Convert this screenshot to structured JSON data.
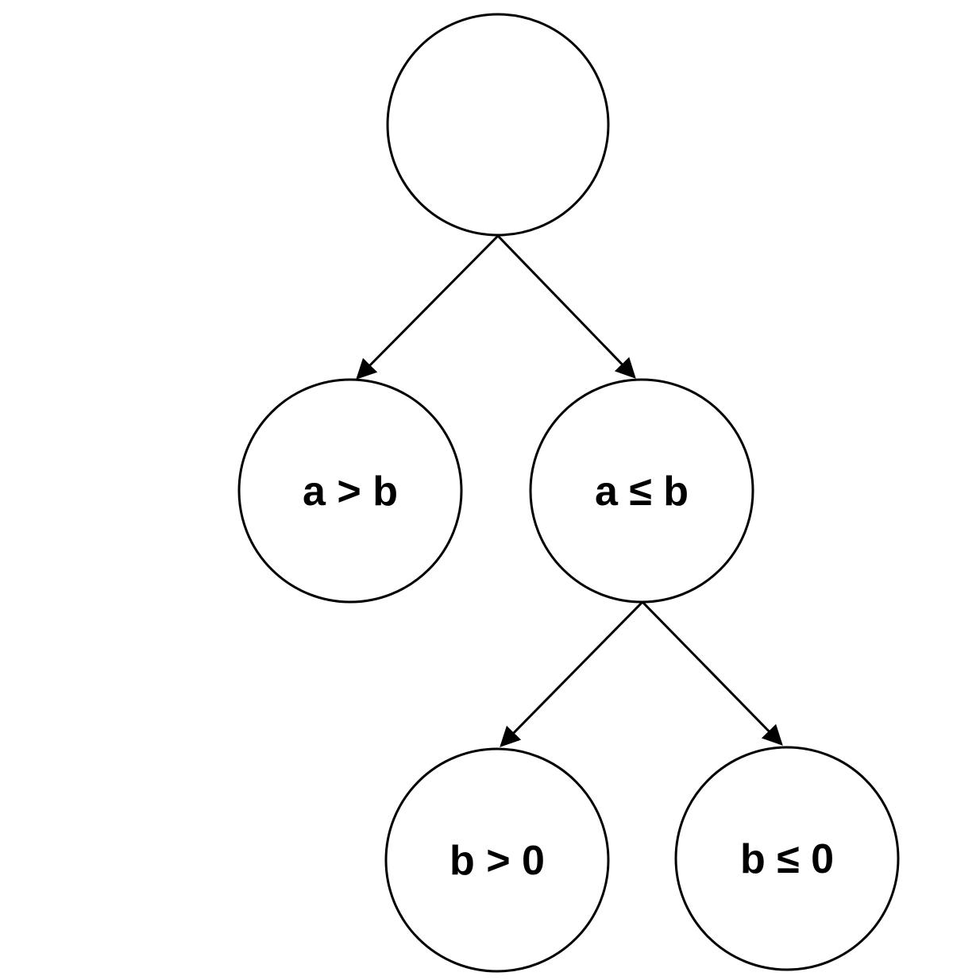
{
  "diagram": {
    "type": "binary-decision-tree",
    "title": "",
    "colors": {
      "background": "#ffffff",
      "node_fill": "#ffffff",
      "node_stroke": "#000000",
      "edge_stroke": "#000000",
      "label_color": "#000000"
    },
    "nodes": [
      {
        "id": "root",
        "label": "",
        "level": 0
      },
      {
        "id": "left-child",
        "label": "a > b",
        "level": 1
      },
      {
        "id": "right-child",
        "label": "a ≤ b",
        "level": 1
      },
      {
        "id": "grand-left",
        "label": "b > 0",
        "level": 2
      },
      {
        "id": "grand-right",
        "label": "b ≤ 0",
        "level": 2
      }
    ],
    "edges": [
      {
        "from": "root",
        "to": "left-child"
      },
      {
        "from": "root",
        "to": "right-child"
      },
      {
        "from": "right-child",
        "to": "grand-left"
      },
      {
        "from": "right-child",
        "to": "grand-right"
      }
    ]
  }
}
